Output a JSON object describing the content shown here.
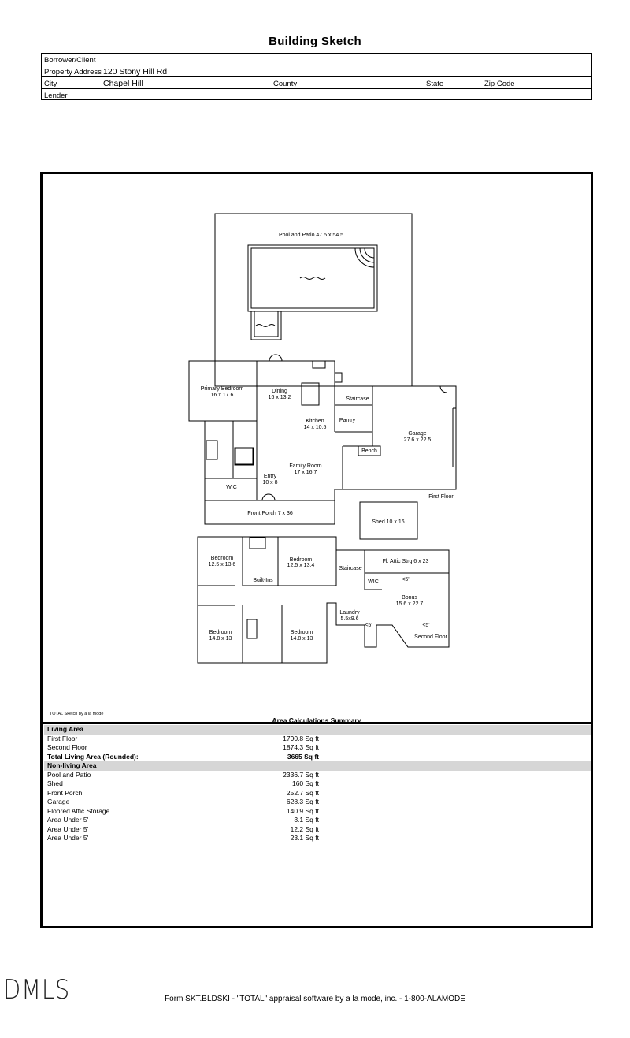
{
  "title": "Building Sketch",
  "info": {
    "borrower_label": "Borrower/Client",
    "property_label": "Property Address",
    "property_value": "120 Stony Hill Rd",
    "city_label": "City",
    "city_value": "Chapel Hill",
    "county_label": "County",
    "state_label": "State",
    "zip_label": "Zip Code",
    "lender_label": "Lender"
  },
  "sketch": {
    "pool": "Pool and Patio 47.5 x 54.5",
    "primary_bedroom": "Primary Bedroom",
    "primary_bedroom_dim": "16 x 17.6",
    "dining": "Dining",
    "dining_dim": "16 x 13.2",
    "staircase1": "Staircase",
    "kitchen": "Kitchen",
    "kitchen_dim": "14 x 10.5",
    "pantry": "Pantry",
    "garage": "Garage",
    "garage_dim": "27.6 x 22.5",
    "bench": "Bench",
    "family_room": "Family Room",
    "family_room_dim": "17 x 16.7",
    "entry": "Entry",
    "entry_dim": "10 x 8",
    "wic1": "WIC",
    "first_floor": "First Floor",
    "front_porch": "Front Porch 7 x 36",
    "shed": "Shed 10 x 16",
    "bedroom_a": "Bedroom",
    "bedroom_a_dim": "12.5 x 13.6",
    "bedroom_b": "Bedroom",
    "bedroom_b_dim": "12.5 x 13.4",
    "built_ins": "Built-Ins",
    "staircase2": "Staircase",
    "attic": "Fl. Attic Strg 6 x 23",
    "wic2": "WIC",
    "lt5_a": "<5'",
    "bonus": "Bonus",
    "bonus_dim": "15.6 x 22.7",
    "bedroom_c": "Bedroom",
    "bedroom_c_dim": "14.8 x 13",
    "bedroom_d": "Bedroom",
    "bedroom_d_dim": "14.8 x 13",
    "laundry": "Laundry",
    "laundry_dim": "5.5x9.6",
    "lt5_b": "<5'",
    "lt5_c": "<5'",
    "second_floor": "Second Floor"
  },
  "summary": {
    "credit": "TOTAL Sketch by a la mode",
    "heading": "Area Calculations Summary",
    "living_header": "Living Area",
    "living": [
      {
        "label": "First Floor",
        "value": "1790.8 Sq ft"
      },
      {
        "label": "Second Floor",
        "value": "1874.3 Sq ft"
      }
    ],
    "total_label": "Total Living Area (Rounded):",
    "total_value": "3665 Sq ft",
    "nonliving_header": "Non-living Area",
    "nonliving": [
      {
        "label": "Pool and Patio",
        "value": "2336.7 Sq ft"
      },
      {
        "label": "Shed",
        "value": "160 Sq ft"
      },
      {
        "label": "Front Porch",
        "value": "252.7 Sq ft"
      },
      {
        "label": "Garage",
        "value": "628.3 Sq ft"
      },
      {
        "label": "Floored Attic Storage",
        "value": "140.9 Sq ft"
      },
      {
        "label": "Area Under 5'",
        "value": "3.1 Sq ft"
      },
      {
        "label": "Area Under 5'",
        "value": "12.2 Sq ft"
      },
      {
        "label": "Area Under 5'",
        "value": "23.1 Sq ft"
      }
    ]
  },
  "logo": "DMLS",
  "footer": "Form SKT.BLDSKI - \"TOTAL\" appraisal software by a la mode, inc. - 1-800-ALAMODE"
}
